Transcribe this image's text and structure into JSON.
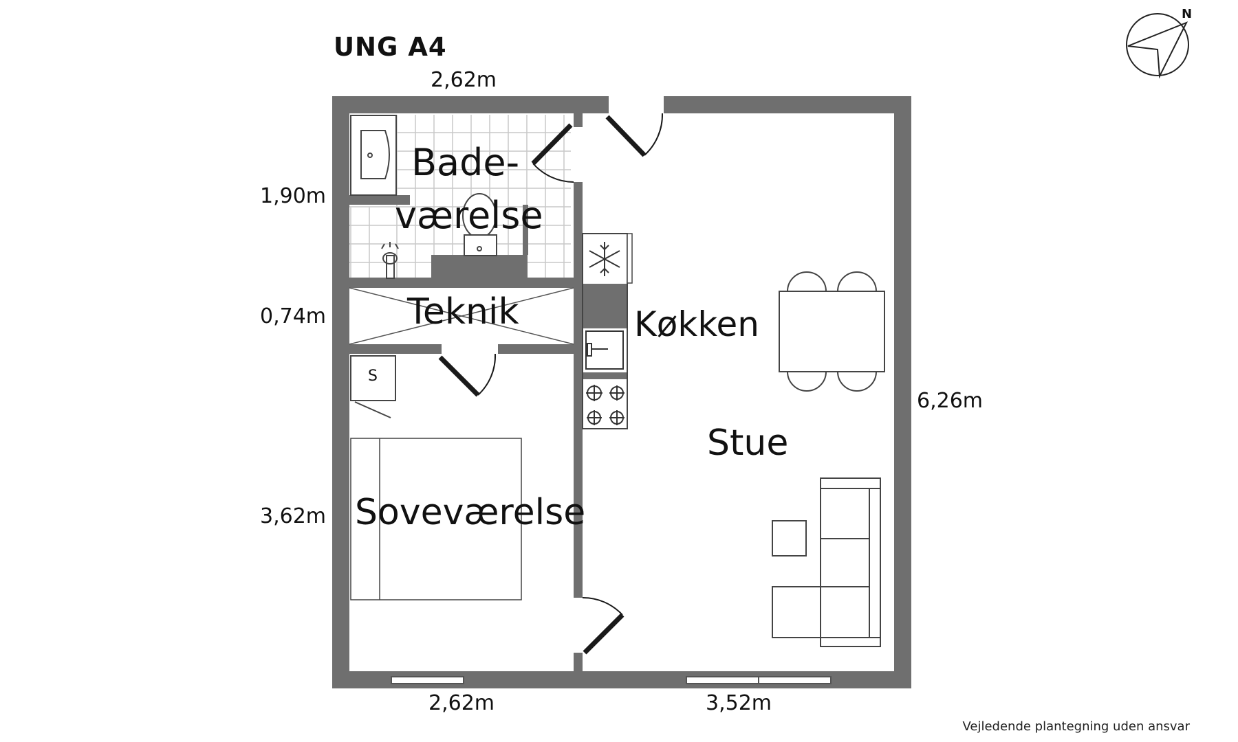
{
  "title": "UNG A4",
  "north_label": "N",
  "dimensions": {
    "top": "2,62m",
    "bath_height": "1,90m",
    "teknik_height": "0,74m",
    "bedroom_height": "3,62m",
    "total_height": "6,26m",
    "bottom_left": "2,62m",
    "bottom_right": "3,52m"
  },
  "rooms": {
    "bath_line1": "Bade-",
    "bath_line2": "værelse",
    "teknik": "Teknik",
    "kitchen": "Køkken",
    "living": "Stue",
    "bedroom": "Soveværelse"
  },
  "closet_label": "S",
  "disclaimer": "Vejledende plantegning uden ansvar",
  "colors": {
    "wall": "#6f6f6f",
    "line": "#555555",
    "text": "#111111"
  }
}
